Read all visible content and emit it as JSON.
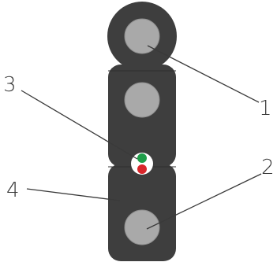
{
  "labels": {
    "callout_1": "1",
    "callout_2": "2",
    "callout_3": "3",
    "callout_4": "4"
  },
  "colors": {
    "jacket": "#3e3e3e",
    "strength_member": "#a9a9a9",
    "fiber_green": "#1f9e4a",
    "fiber_red": "#d9262b",
    "fiber_window": "#ffffff"
  }
}
